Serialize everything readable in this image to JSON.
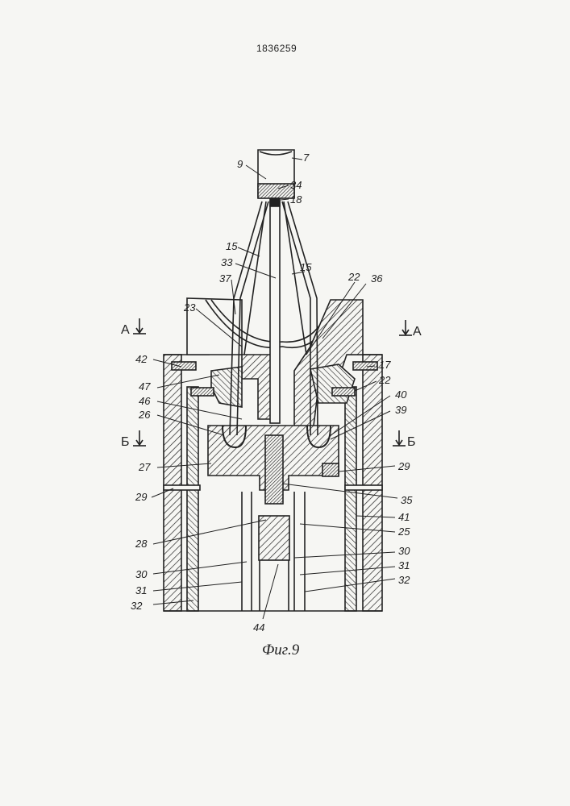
{
  "document": {
    "patent_number": "1836259",
    "figure_caption": "Фиг.9"
  },
  "section_markers": {
    "a_left": "A",
    "a_right": "A",
    "b_left": "Б",
    "b_right": "Б"
  },
  "callouts": {
    "c7": "7",
    "c9": "9",
    "c34": "34",
    "c18": "18",
    "c15_left": "15",
    "c15_right": "15",
    "c33": "33",
    "c37": "37",
    "c22_top": "22",
    "c36": "36",
    "c23": "23",
    "c42": "42",
    "c17": "17",
    "c22_right": "22",
    "c47": "47",
    "c46": "46",
    "c40": "40",
    "c26": "26",
    "c39": "39",
    "c27": "27",
    "c29_right": "29",
    "c29_left": "29",
    "c35": "35",
    "c41": "41",
    "c28": "28",
    "c25": "25",
    "c30_right": "30",
    "c30_left": "30",
    "c31_right": "31",
    "c31_left": "31",
    "c32_right": "32",
    "c32_left": "32",
    "c44": "44"
  }
}
